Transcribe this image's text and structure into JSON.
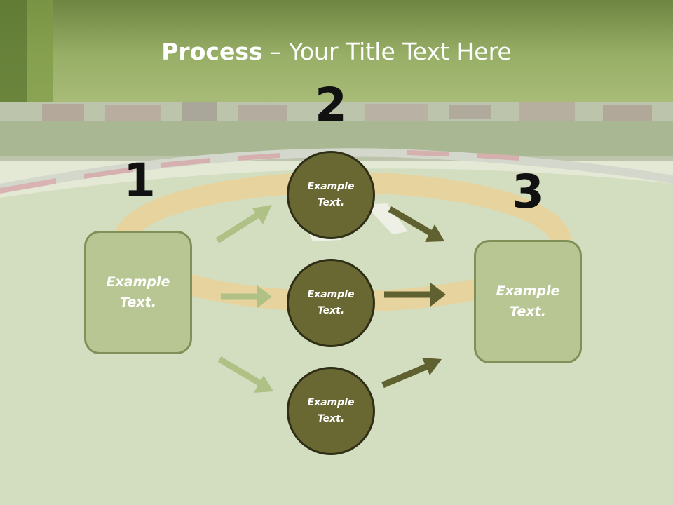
{
  "title": {
    "bold": "Process",
    "rest": " – Your Title Text Here"
  },
  "numbers": [
    "1",
    "2",
    "3"
  ],
  "nodes": {
    "left": "Example Text.",
    "top": "Example Text.",
    "middle": "Example Text.",
    "bottom": "Example Text.",
    "right": "Example Text."
  },
  "colors": {
    "header": "#98af67",
    "light_box": "#b7c692",
    "dark_circle": "#696833",
    "light_arrow": "#b0c186",
    "dark_arrow": "#606131"
  }
}
